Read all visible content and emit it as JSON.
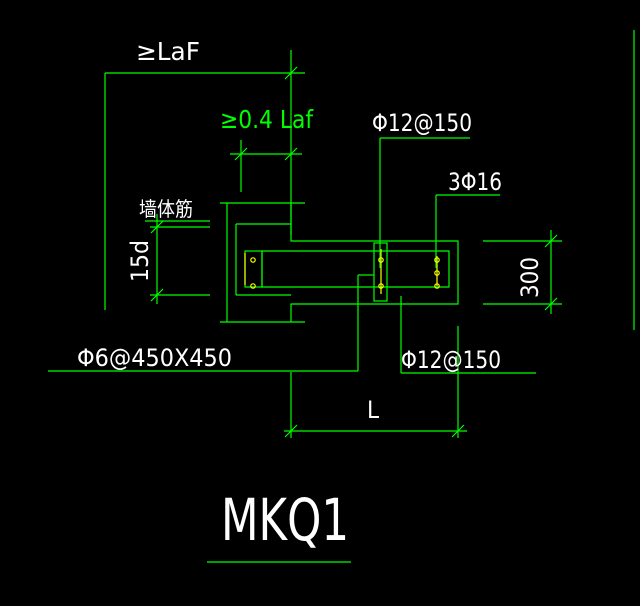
{
  "labels": {
    "laf_top": "≥LaF",
    "laf_04": "≥0.4 Laf",
    "bar_top": "Φ12@150",
    "bar_3": "3Φ16",
    "wall_bar": "墙体筋",
    "d15": "15d",
    "h300": "300",
    "stirrup": "Φ6@450X450",
    "bar_bottom": "Φ12@150",
    "span_L": "L",
    "title": "MKQ1"
  },
  "colors": {
    "background": "#000000",
    "line": "#00ff00",
    "text": "#ffffff",
    "laf_text": "#00ff00",
    "rebar": "#ffff00"
  }
}
